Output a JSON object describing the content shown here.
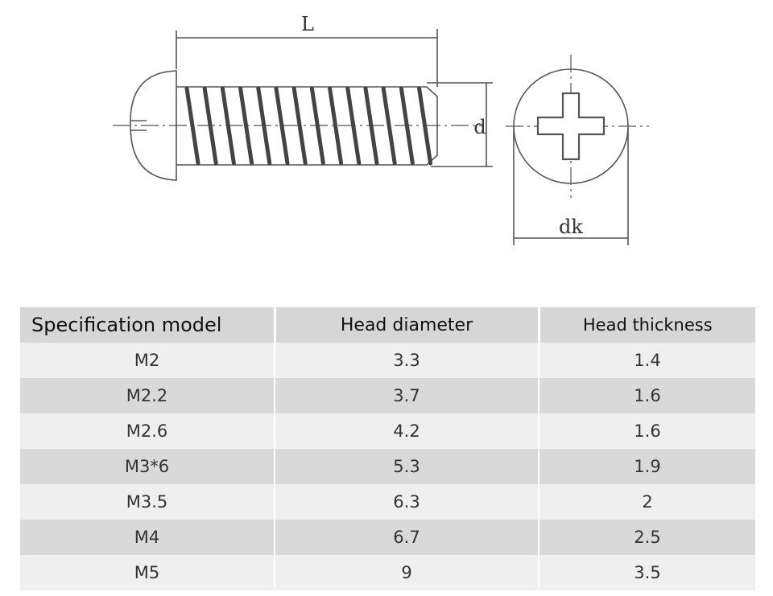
{
  "diagram": {
    "length_label": "L",
    "diameter_label": "d",
    "head_diameter_label": "dk"
  },
  "table": {
    "headers": [
      "Specification model",
      "Head diameter",
      "Head thickness"
    ],
    "rows": [
      [
        "M2",
        "3.3",
        "1.4"
      ],
      [
        "M2.2",
        "3.7",
        "1.6"
      ],
      [
        "M2.6",
        "4.2",
        "1.6"
      ],
      [
        "M3*6",
        "5.3",
        "1.9"
      ],
      [
        "M3.5",
        "6.3",
        "2"
      ],
      [
        "M4",
        "6.7",
        "2.5"
      ],
      [
        "M5",
        "9",
        "3.5"
      ]
    ]
  },
  "colors": {
    "line": "#555555",
    "header_bg": "#d6d6d6",
    "row_light": "#efefef",
    "row_dark": "#d9d9d9"
  }
}
